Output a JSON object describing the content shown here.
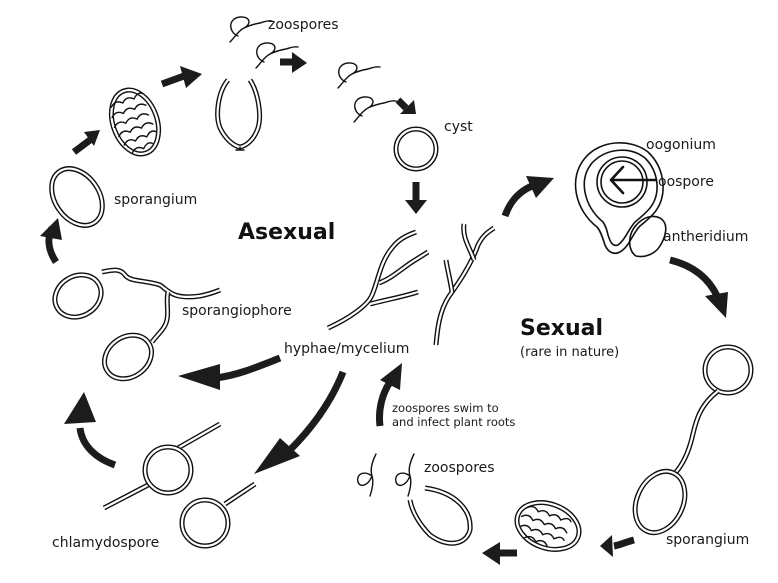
{
  "diagram": {
    "title_asexual": "Asexual",
    "title_sexual": "Sexual",
    "subtitle_sexual": "(rare in nature)",
    "labels": {
      "zoospores_top": "zoospores",
      "cyst": "cyst",
      "sporangium_left": "sporangium",
      "sporangiophore": "sporangiophore",
      "hyphae": "hyphae/mycelium",
      "chlamydospore": "chlamydospore",
      "oogonium": "oogonium",
      "oospore": "oospore",
      "antheridium": "antheridium",
      "infect_note_line1": "zoospores swim to",
      "infect_note_line2": "and infect plant roots",
      "zoospores_bottom": "zoospores",
      "sporangium_bottom": "sporangium"
    },
    "colors": {
      "ink": "#111111",
      "arrow": "#1c1c1c",
      "background": "#ffffff"
    }
  }
}
